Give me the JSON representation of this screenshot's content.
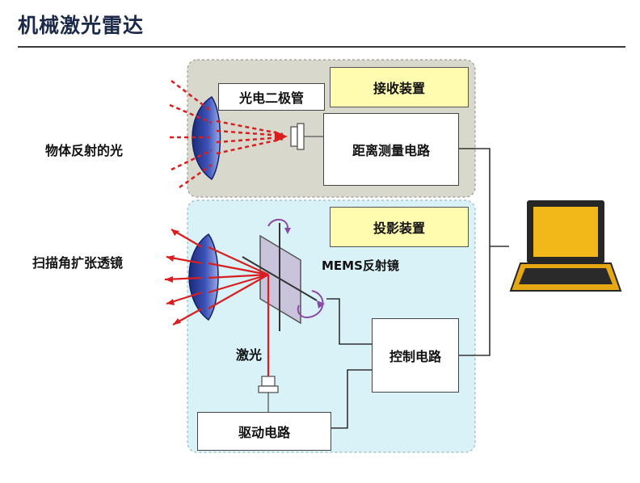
{
  "title": "机械激光雷达",
  "labels": {
    "reflected_light": "物体反射的光",
    "scan_lens": "扫描角扩张透镜",
    "mems_mirror": "MEMS反射镜",
    "laser": "激光"
  },
  "boxes": {
    "photodiode": "光电二极管",
    "receiver": "接收装置",
    "distance_circuit": "距离测量电路",
    "projector": "投影装置",
    "control_circuit": "控制电路",
    "drive_circuit": "驱动电路"
  },
  "colors": {
    "receiver_panel": "#d8d8cd",
    "projector_panel": "#d8f2f8",
    "label_fill": "#fffcb0",
    "laser": "#d81e1e",
    "lens": "#2a3a8c",
    "laptop_screen": "#f2b81a"
  }
}
